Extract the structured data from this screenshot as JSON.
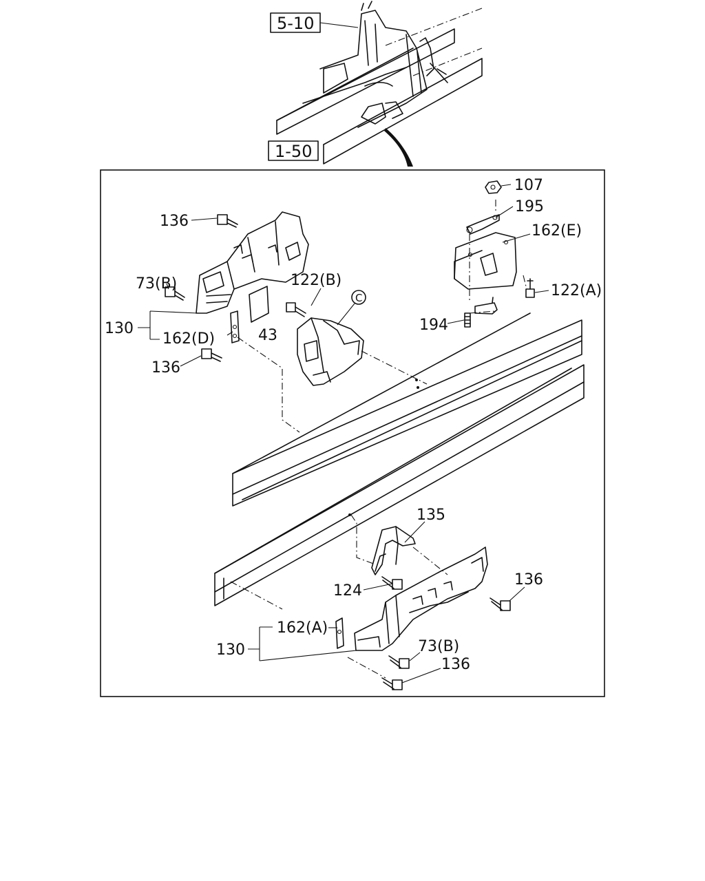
{
  "references": {
    "top": "5-10",
    "bottom": "1-50"
  },
  "callout": "C",
  "labels": {
    "l136_a": "136",
    "l73b_a": "73(B)",
    "l130_a": "130",
    "l162d": "162(D)",
    "l136_b": "136",
    "l43": "43",
    "l122b": "122(B)",
    "l107": "107",
    "l195": "195",
    "l162e": "162(E)",
    "l122a": "122(A)",
    "l194": "194",
    "l135": "135",
    "l136_c": "136",
    "l124": "124",
    "l162a": "162(A)",
    "l130_b": "130",
    "l73b_b": "73(B)",
    "l136_d": "136"
  }
}
